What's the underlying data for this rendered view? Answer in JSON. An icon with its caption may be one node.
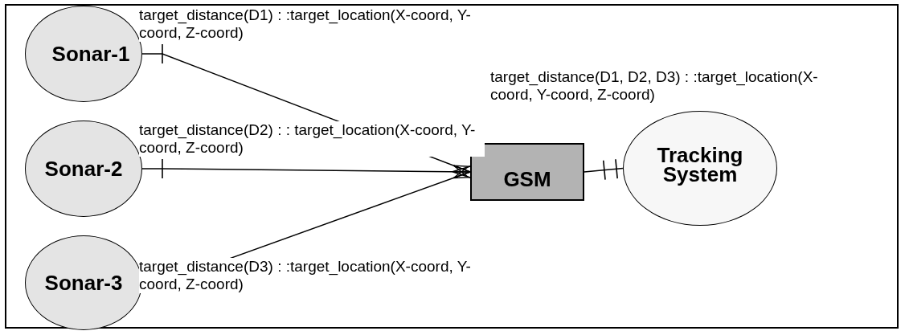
{
  "diagram": {
    "nodes": [
      {
        "text": [
          "Sonar-1"
        ]
      },
      {
        "text": [
          "Sonar-2"
        ]
      },
      {
        "text": [
          "Sonar-3"
        ]
      },
      {
        "text": [
          "GSM"
        ]
      },
      {
        "text": [
          "Tracking System"
        ]
      }
    ],
    "edges": [
      {
        "from": 0,
        "to": 3,
        "arrow": "other",
        "label": "target_distance(D1) : :target_location(X-coord, Y-coord, Z-coord)"
      },
      {
        "from": 1,
        "to": 3,
        "arrow": "other",
        "label": "target_distance(D2) : : target_location(X-coord, Y-coord, Z-coord)"
      },
      {
        "from": 2,
        "to": 3,
        "arrow": "other",
        "label": "target_distance(D3) : :target_location(X-coord, Y-coord, Z-coord)"
      },
      {
        "from": 3,
        "to": 4,
        "arrow": "other",
        "label": "target_distance(D1, D2, D3) : :target_location(X-coord, Y-coord, Z-coord)"
      }
    ]
  }
}
